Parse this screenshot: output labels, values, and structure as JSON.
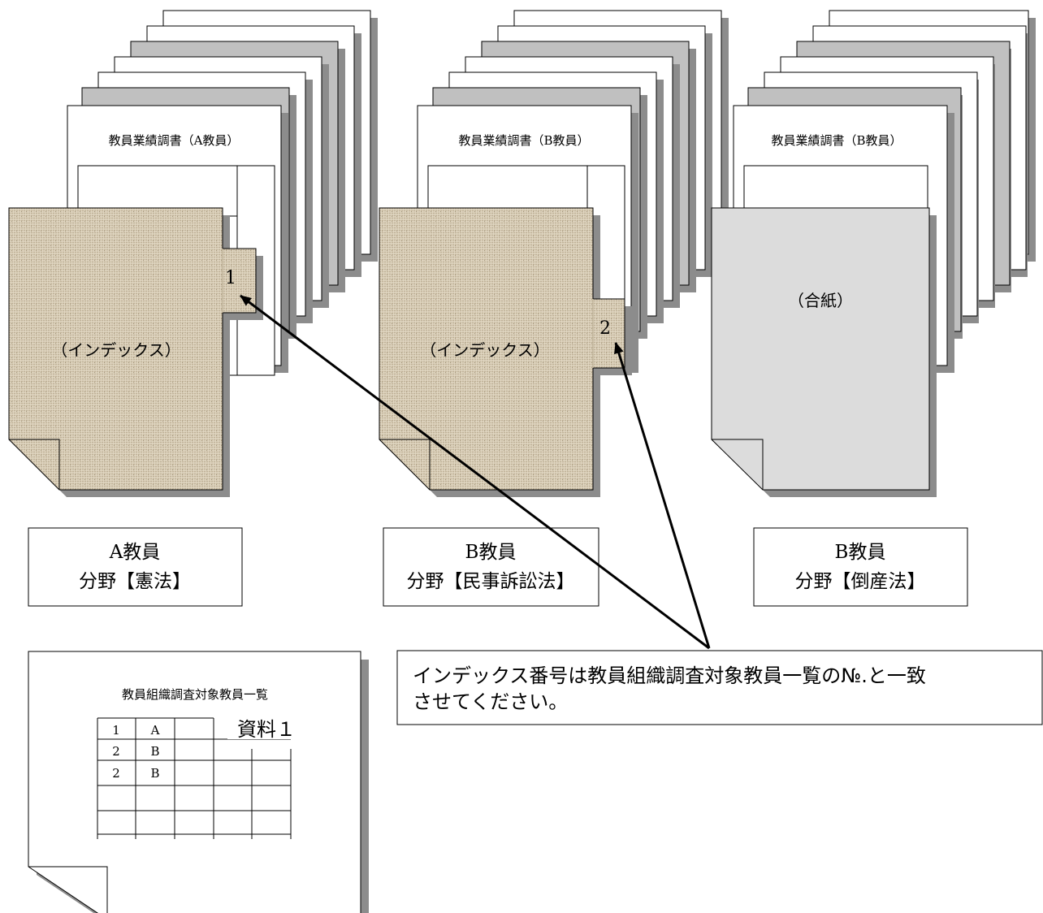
{
  "colors": {
    "shadow": "#8c8c8c",
    "sheet_gray": "#c0c0c0",
    "index_tan": "#d7ccb6",
    "divider_gray": "#dcdcdc",
    "line": "#000000"
  },
  "icons": {
    "texture": "linen-texture",
    "arrow": "arrow-head"
  },
  "stacks": [
    {
      "report_title": "教員業績調書（A教員）",
      "cover_label": "（インデックス）",
      "tab_number": "1",
      "teacher": "A教員",
      "field": "分野【憲法】"
    },
    {
      "report_title": "教員業績調書（B教員）",
      "cover_label": "（インデックス）",
      "tab_number": "2",
      "teacher": "B教員",
      "field": "分野【民事訴訟法】"
    },
    {
      "report_title": "教員業績調書（B教員）",
      "cover_label": "（合紙）",
      "tab_number": "",
      "teacher": "B教員",
      "field": "分野【倒産法】"
    }
  ],
  "list_doc": {
    "title": "教員組織調査対象教員一覧",
    "label": "資料１",
    "rows": [
      [
        "1",
        "A"
      ],
      [
        "2",
        "B"
      ],
      [
        "2",
        "B"
      ]
    ]
  },
  "callout": {
    "line1": "インデックス番号は教員組織調査対象教員一覧の№.と一致",
    "line2": "させてください。"
  }
}
